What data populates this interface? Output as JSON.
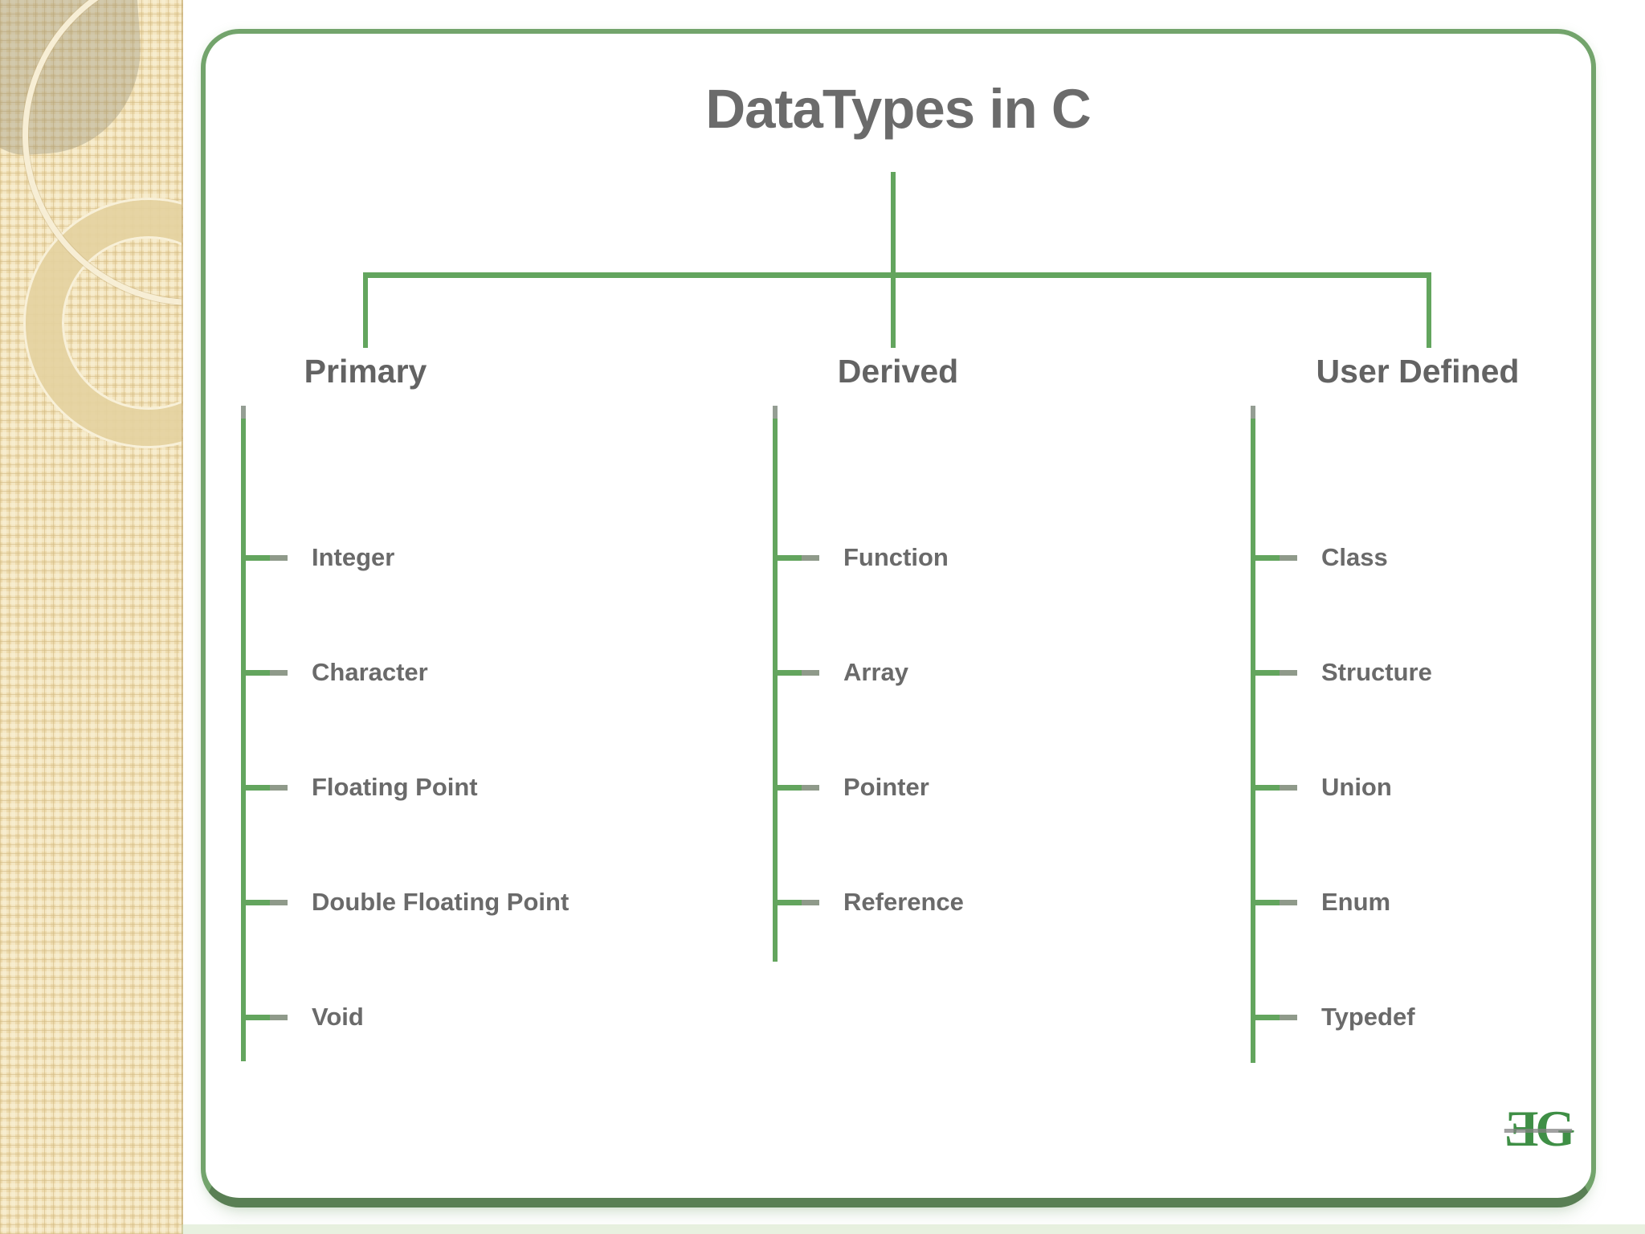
{
  "slide": {
    "title": "DataTypes in C",
    "brand_logo": "ƎG"
  },
  "tree": {
    "branches": [
      {
        "label": "Primary",
        "items": [
          "Integer",
          "Character",
          "Floating Point",
          "Double Floating Point",
          "Void"
        ]
      },
      {
        "label": "Derived",
        "items": [
          "Function",
          "Array",
          "Pointer",
          "Reference"
        ]
      },
      {
        "label": "User Defined",
        "items": [
          "Class",
          "Structure",
          "Union",
          "Enum",
          "Typedef"
        ]
      }
    ]
  },
  "colors": {
    "tree_line_green": "#63a55e",
    "frame_border_green": "#73a46c",
    "frame_border_shadow": "#597f54",
    "heading_gray": "#636363",
    "label_gray": "#6a6a6a",
    "sidebar_beige": "#ecd9ab",
    "logo_green": "#3f8f46"
  }
}
